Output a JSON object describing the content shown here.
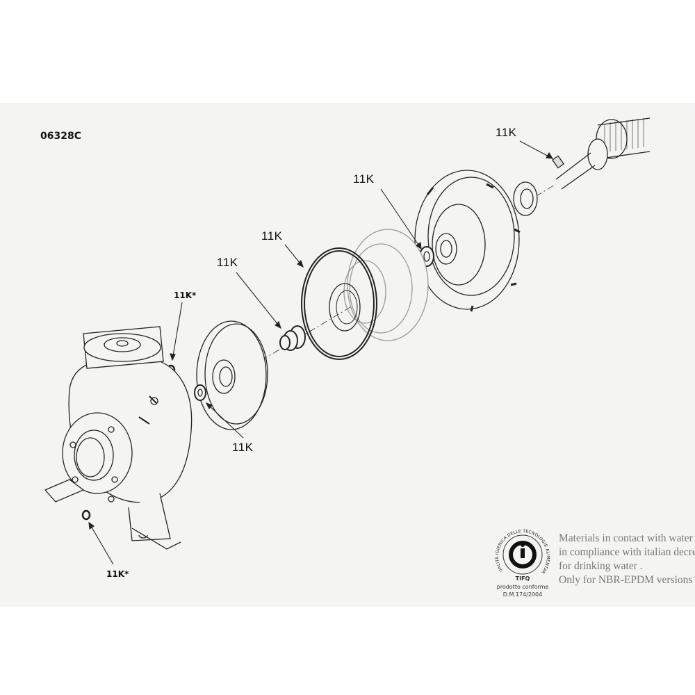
{
  "drawing_code": "06328C",
  "callouts": {
    "shaft_key": "11K",
    "shaft_seal_ring": "11K",
    "casing_gasket": "11K",
    "mechanical_seal": "11K",
    "impeller_nut": "11K",
    "plug_washer_top": "11K*",
    "plug_washer_bottom": "11K*"
  },
  "certification": {
    "logo_ring_text": "QUALITÀ IGIENICA DELLE TECNOLOGIE ALIMENTARI",
    "logo_name": "TIFQ",
    "line1": "prodotto conforme",
    "line2": "D.M.174/2004"
  },
  "note_lines": [
    "Materials in contact with water",
    "in compliance with italian decree",
    "for drinking water .",
    "Only for NBR-EPDM versions"
  ]
}
